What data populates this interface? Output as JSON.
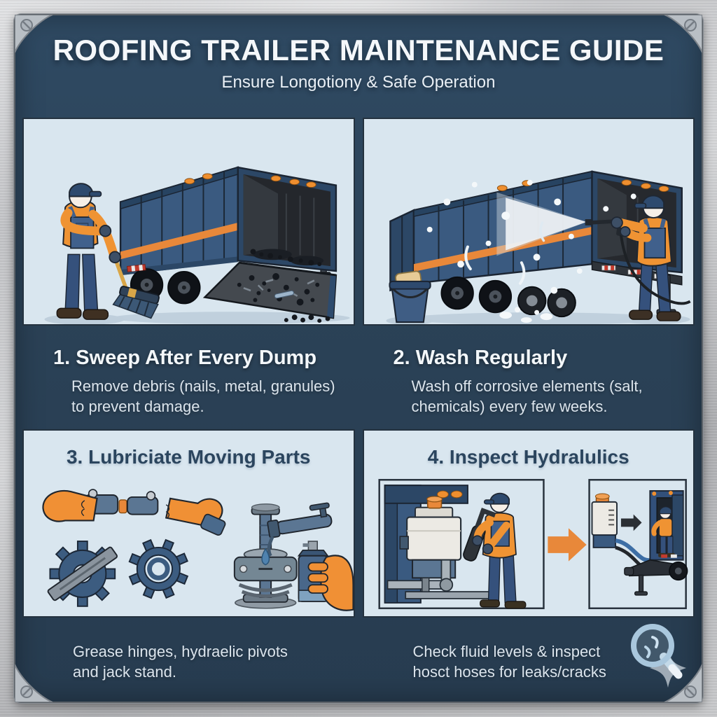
{
  "poster": {
    "title": "ROOFING TRAILER MAINTENANCE GUIDE",
    "subtitle": "Ensure Longotiony & Safe Operation"
  },
  "steps": [
    {
      "title": "1. Sweep After Every Dump",
      "body": "Remove debris (nails, metal, granules)\nto prevent damage.",
      "scene": "worker-sweeping-debris-from-dump-trailer-ramp"
    },
    {
      "title": "2. Wash Regularly",
      "body": "Wash off corrosive elements (salt,\nchemicals) every few weeks.",
      "scene": "worker-pressure-washing-trailer-with-bucket"
    },
    {
      "title": "3. Lubriciate Moving Parts",
      "body": "Grease hinges, hydraelic pivots\nand jack stand.",
      "scene": "gloved-hands-greasing-hinge-gears-and-jack-stand"
    },
    {
      "title": "4. Inspect Hydralulics",
      "body": "Check fluid levels & inspect\nhosct hoses for leaks/cracks",
      "scene": "hydraulic-reservoir-inspection-before-after"
    }
  ],
  "icons": {
    "corner_fastener": "screw-icon",
    "magnifier": "magnifying-glass-icon",
    "arrow": "orange-right-arrow-icon"
  },
  "colors": {
    "frame_metal": "#c3c4c7",
    "panel_navy": "#2b4257",
    "panel_light": "#d9e6ef",
    "accent_orange": "#e8883a",
    "trailer_blue": "#3a5a80",
    "heading_light": "#f4f7fa",
    "heading_dark": "#2b455e"
  }
}
